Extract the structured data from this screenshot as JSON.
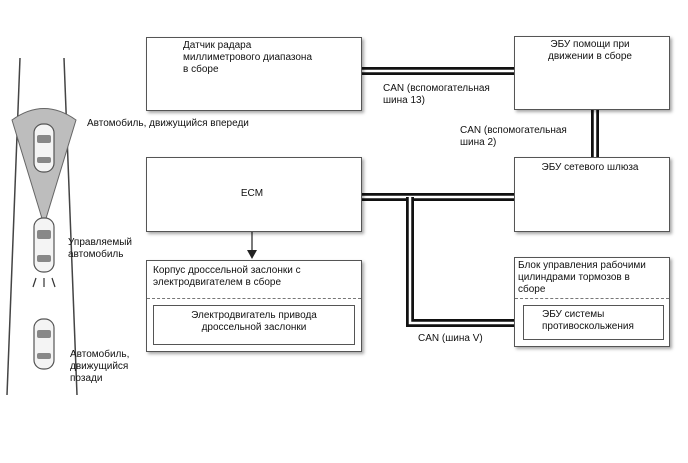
{
  "components": {
    "radar_sensor": "Датчик радара\nмиллиметрового диапазона\nв сборе",
    "driving_assist_ecu": "ЭБУ помощи при\nдвижении в сборе",
    "ecm": "ECM",
    "gateway_ecu": "ЭБУ сетевого шлюза",
    "throttle_body": "Корпус дроссельной заслонки с\nэлектродвигателем в сборе",
    "throttle_motor": "Электродвигатель привода\nдроссельной заслонки",
    "brake_actuator": "Блок управления рабочими\nцилиндрами тормозов в\nсборе",
    "skid_control_ecu": "ЭБУ системы\nпротивоскольжения"
  },
  "buses": {
    "can_13": "CAN (вспомогательная\nшина 13)",
    "can_2": "CAN (вспомогательная\nшина 2)",
    "can_v": "CAN (шина V)"
  },
  "vehicles": {
    "preceding": "Автомобиль, движущийся впереди",
    "own": "Управляемый\nавтомобиль",
    "following": "Автомобиль,\nдвижущийся\nпозади"
  }
}
